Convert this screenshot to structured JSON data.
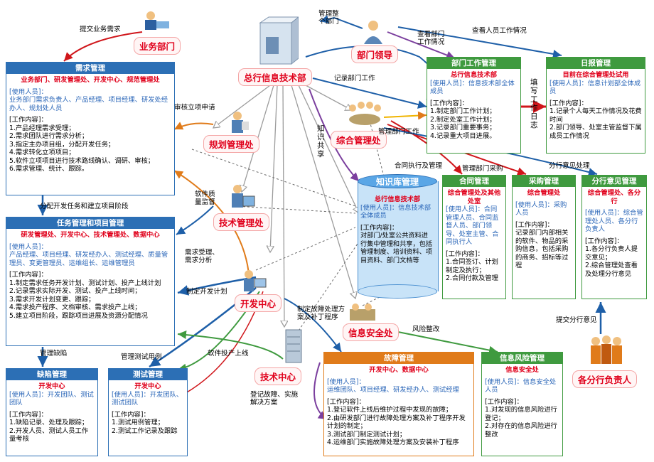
{
  "nodes": {
    "business_dept": "业务部门",
    "head_it_dept": "总行信息技术部",
    "dept_leader": "部门领导",
    "planning_dept": "规划管理处",
    "general_mgmt_dept": "综合管理处",
    "tech_mgmt_dept": "技术管理处",
    "dev_center": "开发中心",
    "info_security": "信息安全处",
    "tech_center": "技术中心",
    "branch_head": "各分行负责人"
  },
  "boxes": {
    "demand": {
      "title": "需求管理",
      "red": "业务部门、研发管理处、开发中心、规范管理处",
      "users_label": "[使用人员]：",
      "users": "业务部门需求负责人、产品经理、项目经理、研发处经办人、规划处人员",
      "work_label": "[工作内容]：",
      "work": [
        "1.产品经理需求受理；",
        "2.需求团队进行需求分析；",
        "3.指定主办项目组，分配开发任务；",
        "4.需求转化立项项目；",
        "5.软件立项项目进行技术路线确认、调研、审核；",
        "6.需求管理、统计、跟踪。"
      ]
    },
    "task": {
      "title": "任务管理和项目管理",
      "red": "研发管理处、开发中心、技术管理处、数据中心",
      "users_label": "[使用人员]：",
      "users": "产品经理、项目经理、研发经办人、测试经理、质量管理员、变更管理员、运维组长、运维管理员",
      "work_label": "[工作内容]：",
      "work": [
        "1.制定需求任务开发计划、测试计划、投产上线计划",
        "2.记录需求实际开发、测试、投产上线时间；",
        "3.需求开发计划变更、跟踪；",
        "4.需求投产程序、文档审核、需求投产上线；",
        "5.建立项目阶段，跟踪项目进展及资源分配情况"
      ]
    },
    "defect": {
      "title": "缺陷管理",
      "red": "开发中心",
      "users": "[使用人员]：开发团队、测试团队",
      "work_label": "[工作内容]：",
      "work": [
        "1.缺陷记录、处理及跟踪；",
        "2.开发人员、测试人员工作量考核"
      ]
    },
    "test": {
      "title": "测试管理",
      "red": "开发中心",
      "users": "[使用人员]：开发团队、测试团队",
      "work_label": "[工作内容]：",
      "work": [
        "1.测试用例管理；",
        "2.测试工作记录及跟踪"
      ]
    },
    "dept_work": {
      "title": "部门工作管理",
      "red": "总行信息技术部",
      "users": "[使用人员]：信息技术部全体成员",
      "work_label": "[工作内容]：",
      "work": [
        "1.制定部门工作计划；",
        "2.制定处室工作计划；",
        "3.记录部门重要事务；",
        "4.记录重大项目进展。"
      ]
    },
    "daily": {
      "title": "日报管理",
      "red": "目前在综合管理处试用",
      "users": "[使用人员]：信息计划部全体成员",
      "work_label": "[工作内容]：",
      "work": [
        "1.记录个人每天工作情况及花费时间",
        "2.部门领导、处室主管监督下属成员工作情况"
      ]
    },
    "contract": {
      "title": "合同管理",
      "red": "综合管理处及其他处室",
      "users": "[使用人员]：合同管理人员、合同监督人员、部门领导、处室主管、合同执行人",
      "work_label": "[工作内容]：",
      "work": [
        "1.合同签订、计划制定及执行；",
        "2.合同付款及管理"
      ]
    },
    "purchase": {
      "title": "采购管理",
      "red": "综合管理处",
      "users": "[使用人员]：采购人员",
      "work_label": "[工作内容]：",
      "work": [
        "记录部门内部相关的软件、物品的采购信息，包括采购的商务、招标等过程"
      ]
    },
    "branch": {
      "title": "分行意见管理",
      "red": "综合管理处、各分行",
      "users": "[使用人员]：综合管理处人员、各分行负责人",
      "work_label": "[工作内容]：",
      "work": [
        "1.各分行负责人提交意见；",
        "2.综合管理处查看及处理分行意见"
      ]
    },
    "fault": {
      "title": "故障管理",
      "red": "开发中心、数据中心",
      "users_label": "[使用人员]：",
      "users": "运维团队、项目经理、研发经办人、测试经理",
      "work_label": "[工作内容]：",
      "work": [
        "1.登记软件上线后维护过程中发现的故障；",
        "2.由研发部门进行故障处理方案及补丁程序开发计划的制定；",
        "3.测试部门制定测试计划；",
        "4.运维部门实施故障处理方案及安装补丁程序"
      ]
    },
    "info_risk": {
      "title": "信息风险管理",
      "red": "信息安全处",
      "users": "[使用人员]：信息安全处人员",
      "work_label": "[工作内容]：",
      "work": [
        "1.对发现的信息风险进行登记；",
        "2.对存在的信息风险进行整改"
      ]
    }
  },
  "knowledge": {
    "title": "知识库管理",
    "red": "总行信息技术部",
    "users": "[使用人员]：信息技术部全体成员",
    "work_label": "[工作内容]：",
    "work": "对部门/处室公共资料进行集中管理和共享，包括管理制度、培训资料、项目资料、部门文档等"
  },
  "labels": {
    "submit_demand": "提交业务需求",
    "mgmt_dept": "管理整\n个部门",
    "view_dept": "查看部门\n工作情况",
    "view_staff": "查看人员工作情况",
    "record_dept": "记录部门工作",
    "review_project": "审核立项申请",
    "fill_daily": "填写工作日志",
    "knowledge_share": "知识共享",
    "mgmt_dept_work": "管理部门工作",
    "contract_exec": "合同执行及管理",
    "mgmt_purchase": "管理部门采购",
    "branch_handle": "分行意见处理",
    "assign_task": "分配开发任务和建立项目阶段",
    "quality": "软件质\n量监督",
    "demand_accept": "需求受理、\n需求分析",
    "dev_plan": "制定开发计划",
    "fault_handle": "制定故障处理方\n案及补丁程序",
    "risk_fix": "风险整改",
    "submit_branch": "提交分行意见",
    "mgmt_defect": "管理缺陷",
    "mgmt_testcase": "管理测试用例",
    "sw_release": "软件投产上线",
    "register_fault": "登记故障、实施\n解决方案"
  },
  "colors": {
    "blue": "#2c6fb5",
    "green": "#3f9a3f",
    "orange": "#e07b1a",
    "red": "#e0001b",
    "users_blue": "#2a66b8"
  }
}
